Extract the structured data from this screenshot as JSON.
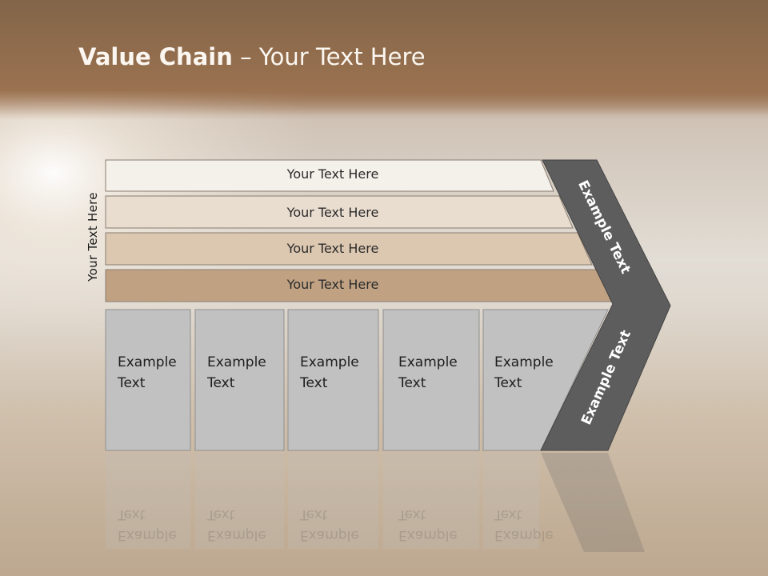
{
  "slide": {
    "title_bold": "Value Chain",
    "title_rest": " – Your Text Here",
    "side_label": "Your Text Here"
  },
  "bands": [
    {
      "label": "Your Text Here"
    },
    {
      "label": "Your Text Here"
    },
    {
      "label": "Your Text Here"
    },
    {
      "label": "Your Text Here"
    }
  ],
  "boxes": [
    {
      "line1": "Example",
      "line2": "Text"
    },
    {
      "line1": "Example",
      "line2": "Text"
    },
    {
      "line1": "Example",
      "line2": "Text"
    },
    {
      "line1": "Example",
      "line2": "Text"
    },
    {
      "line1": "Example",
      "line2": "Text"
    }
  ],
  "chevron": {
    "upper_label": "Example Text",
    "lower_label": "Example Text"
  },
  "colors": {
    "header_band": "#8a6343",
    "band_1": "#f4f0ea",
    "band_2": "#e9ddd0",
    "band_3": "#dcc7b0",
    "band_4": "#c0a283",
    "box_fill": "#c1c1c1",
    "chevron": "#5d5d5d"
  }
}
